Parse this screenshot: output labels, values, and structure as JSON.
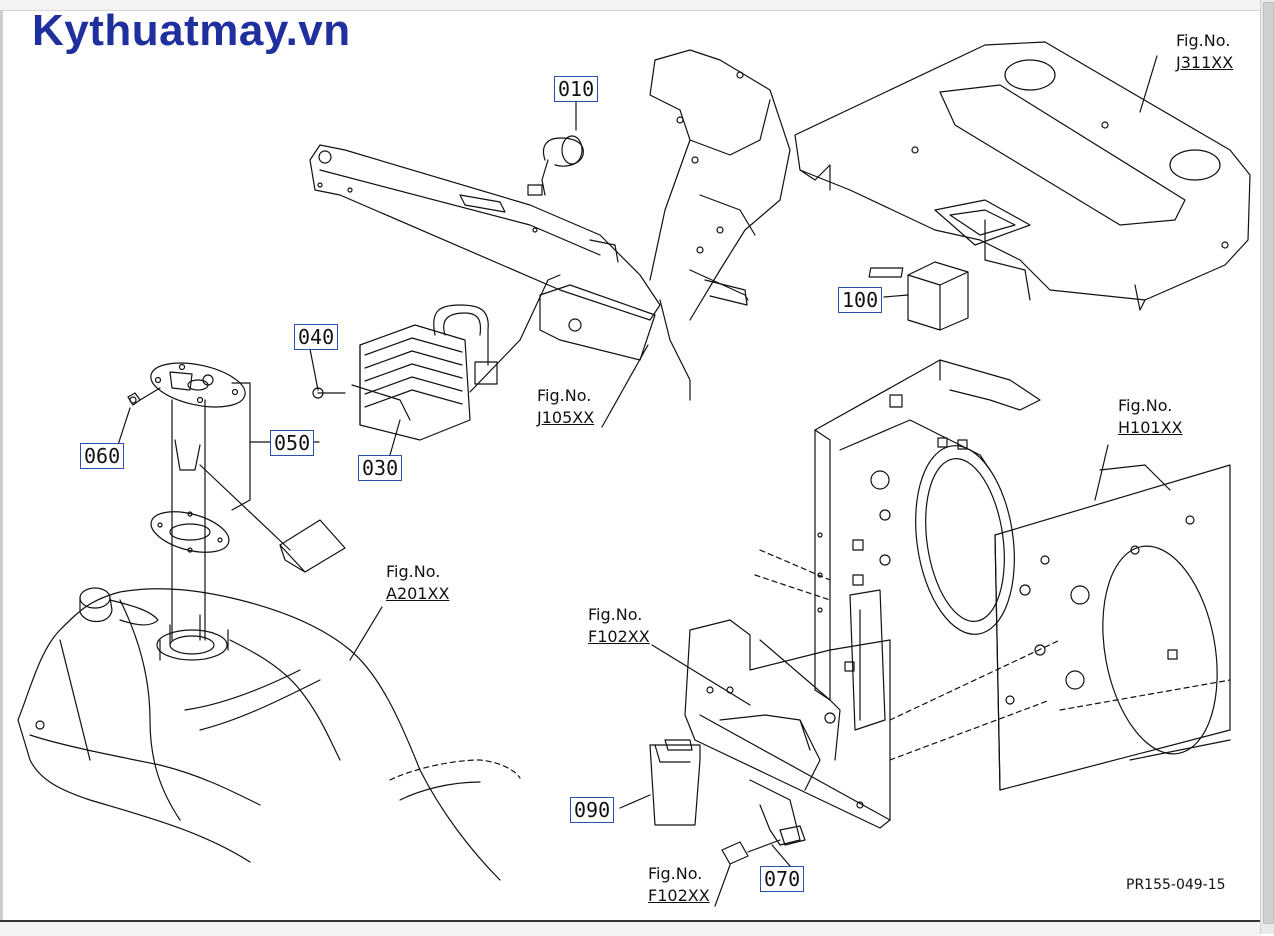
{
  "watermark": "Kythuatmay.vn",
  "parts": [
    {
      "id": "010"
    },
    {
      "id": "040"
    },
    {
      "id": "050"
    },
    {
      "id": "060"
    },
    {
      "id": "030"
    },
    {
      "id": "100"
    },
    {
      "id": "090"
    },
    {
      "id": "070"
    }
  ],
  "figure_refs": [
    {
      "label": "Fig.No.",
      "code": "J311XX"
    },
    {
      "label": "Fig.No.",
      "code": "J105XX"
    },
    {
      "label": "Fig.No.",
      "code": "H101XX"
    },
    {
      "label": "Fig.No.",
      "code": "A201XX"
    },
    {
      "label": "Fig.No.",
      "code": "F102XX"
    },
    {
      "label": "Fig.No.",
      "code": "F102XX"
    }
  ],
  "footer_code": "PR155-049-15",
  "colors": {
    "watermark": "#1f2f9e",
    "box_border": "#2a4fb0",
    "lines": "#111111"
  }
}
